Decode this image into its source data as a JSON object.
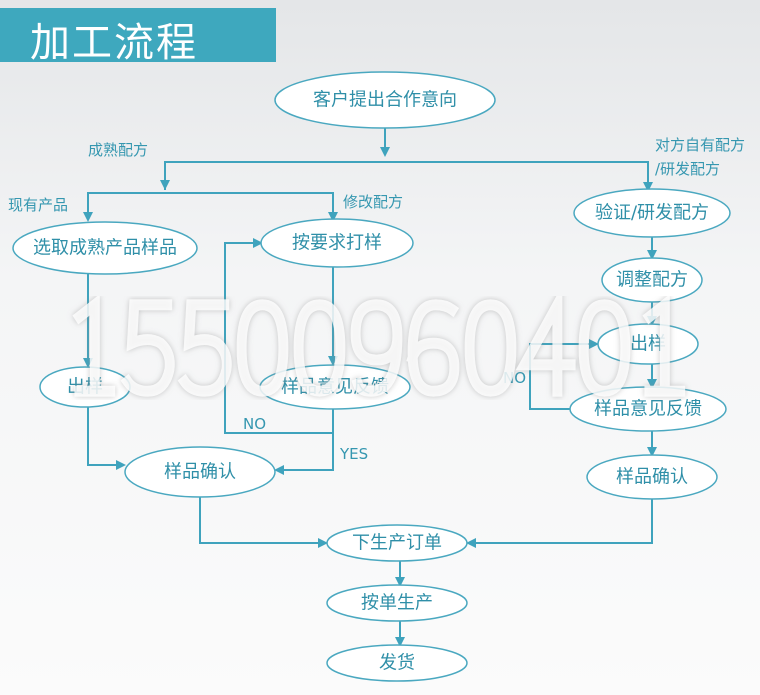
{
  "title": "加工流程",
  "watermark": "15500960401",
  "colors": {
    "header": "#3ea8be",
    "line": "#3fa3bd",
    "text": "#2f8fa8"
  },
  "nodes": {
    "start": "客户提出合作意向",
    "select_sample": "选取成熟产品样品",
    "custom_sample": "按要求打样",
    "verify": "验证/研发配方",
    "adjust": "调整配方",
    "left_out": "出样",
    "mid_feedback": "样品意见反馈",
    "mid_confirm": "样品确认",
    "right_out": "出样",
    "right_feedback": "样品意见反馈",
    "right_confirm": "样品确认",
    "order": "下生产订单",
    "produce": "按单生产",
    "ship": "发货"
  },
  "labels": {
    "mature": "成熟配方",
    "existing": "现有产品",
    "modify": "修改配方",
    "own_formula_1": "对方自有配方",
    "own_formula_2": "/研发配方",
    "no_mid": "NO",
    "yes_mid": "YES",
    "no_right": "NO"
  }
}
